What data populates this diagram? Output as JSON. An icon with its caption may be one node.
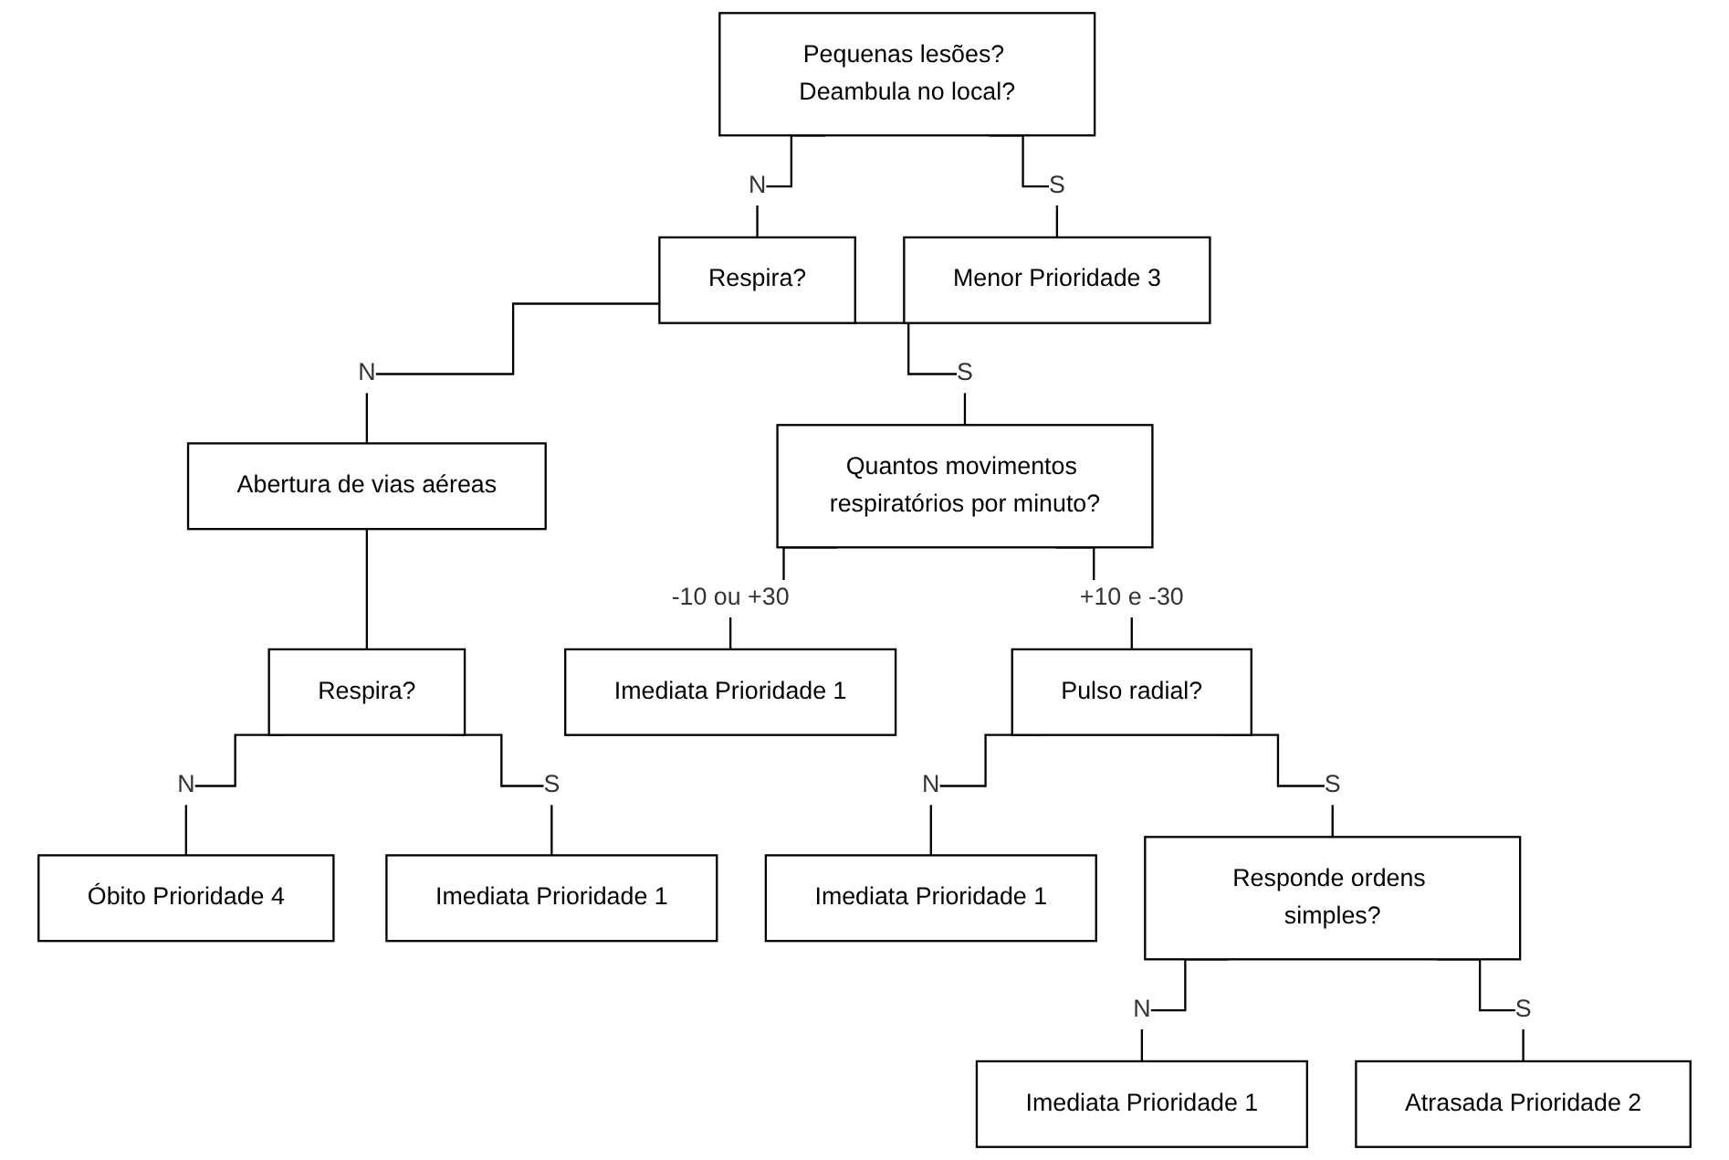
{
  "diagram": {
    "nodes": [
      {
        "text": [
          "Pequenas lesões? Deambula no local?"
        ]
      },
      {
        "text": [
          "Respira?"
        ]
      },
      {
        "text": [
          "Menor Prioridade 3"
        ]
      },
      {
        "text": [
          "Abertura de vias aéreas"
        ]
      },
      {
        "text": [
          "Quantos movimentos respiratórios por minuto?"
        ]
      },
      {
        "text": [
          "Respira?"
        ]
      },
      {
        "text": [
          "Óbito Prioridade 4"
        ]
      },
      {
        "text": [
          "Imediata Prioridade 1"
        ]
      },
      {
        "text": [
          "Imediata Prioridade 1"
        ]
      },
      {
        "text": [
          "Pulso radial?"
        ]
      },
      {
        "text": [
          "Imediata Prioridade 1"
        ]
      },
      {
        "text": [
          "Responde ordens simples?"
        ]
      },
      {
        "text": [
          "Imediata Prioridade 1"
        ]
      },
      {
        "text": [
          "Atrasada Prioridade 2"
        ]
      }
    ],
    "edges": [
      {
        "from": 0,
        "to": 1,
        "arrow": "none",
        "label": "N"
      },
      {
        "from": 0,
        "to": 2,
        "arrow": "none",
        "label": "S"
      },
      {
        "from": 1,
        "to": 3,
        "arrow": "none",
        "label": "N"
      },
      {
        "from": 1,
        "to": 4,
        "arrow": "none",
        "label": "S"
      },
      {
        "from": 3,
        "to": 5,
        "arrow": "none"
      },
      {
        "from": 5,
        "to": 6,
        "arrow": "none",
        "label": "N"
      },
      {
        "from": 5,
        "to": 7,
        "arrow": "none",
        "label": "S"
      },
      {
        "from": 4,
        "to": 8,
        "arrow": "none",
        "label": "-10 ou +30"
      },
      {
        "from": 4,
        "to": 9,
        "arrow": "none",
        "label": "+10 e -30"
      },
      {
        "from": 9,
        "to": 10,
        "arrow": "none",
        "label": "N"
      },
      {
        "from": 9,
        "to": 11,
        "arrow": "none",
        "label": "S"
      },
      {
        "from": 11,
        "to": 12,
        "arrow": "none",
        "label": "N"
      },
      {
        "from": 11,
        "to": 13,
        "arrow": "none",
        "label": "S"
      }
    ]
  }
}
